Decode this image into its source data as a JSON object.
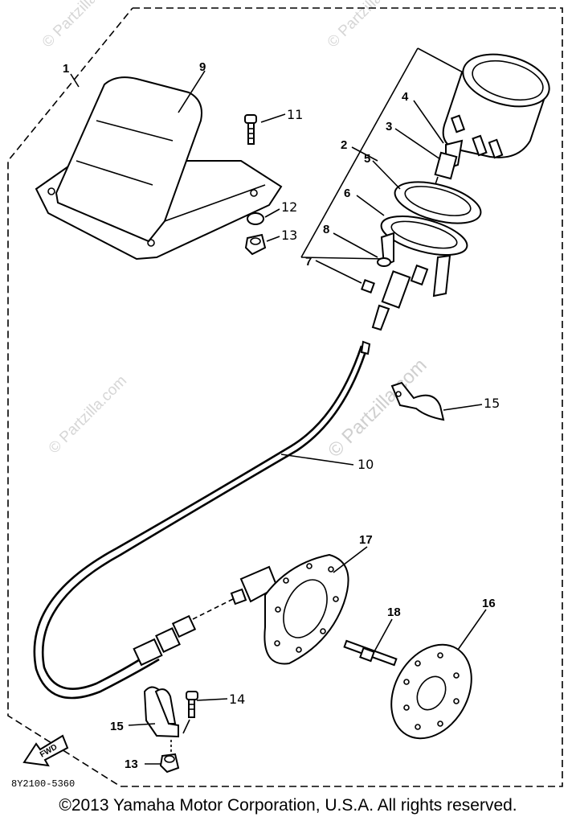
{
  "callouts": {
    "c1": "1",
    "c2": "2",
    "c3": "3",
    "c4": "4",
    "c5": "5",
    "c6": "6",
    "c7": "7",
    "c8": "8",
    "c9": "9",
    "c10": "10",
    "c11": "11",
    "c12": "12",
    "c13a": "13",
    "c13b": "13",
    "c14": "14",
    "c15a": "15",
    "c15b": "15",
    "c16": "16",
    "c17": "17",
    "c18": "18"
  },
  "part_number": "8Y2100-5360",
  "fwd_label": "FWD",
  "watermark": "© Partzilla.com",
  "copyright": "©2013 Yamaha Motor Corporation, U.S.A. All rights reserved."
}
